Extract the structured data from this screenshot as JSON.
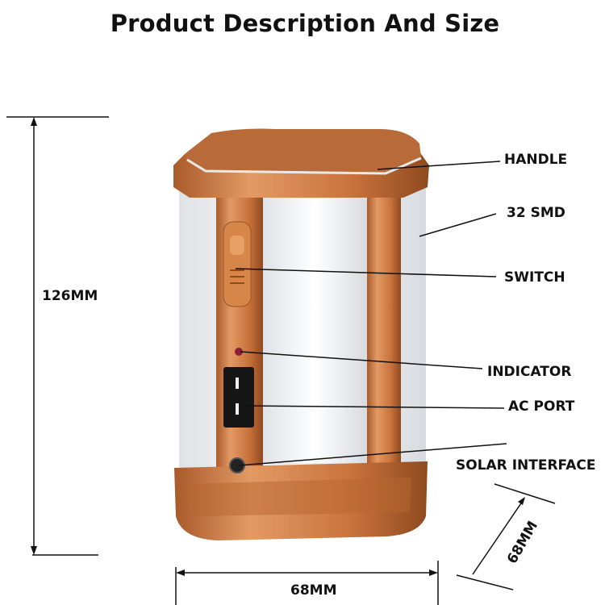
{
  "title": "Product Description And Size",
  "labels": {
    "handle": "HANDLE",
    "smd": "32 SMD",
    "switch": "SWITCH",
    "indicator": "INDICATOR",
    "ac_port": "AC PORT",
    "solar": "SOLAR INTERFACE"
  },
  "dimensions": {
    "height": "126MM",
    "width": "68MM",
    "depth": "68MM"
  },
  "colors": {
    "copper": "#c8743e",
    "copper_dark": "#9a4f22",
    "body": "#f2f3f5"
  }
}
